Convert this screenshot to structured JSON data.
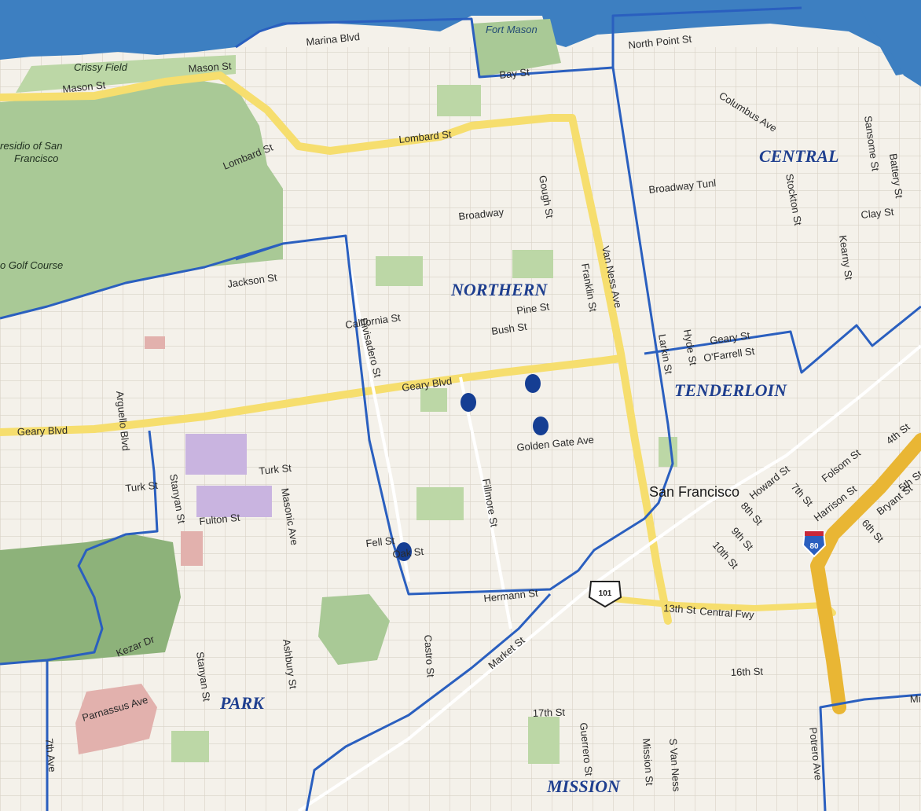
{
  "map": {
    "districts": [
      {
        "id": "northern",
        "label": "NORTHERN"
      },
      {
        "id": "central",
        "label": "CENTRAL"
      },
      {
        "id": "tenderloin",
        "label": "TENDERLOIN"
      },
      {
        "id": "park",
        "label": "PARK"
      },
      {
        "id": "mission",
        "label": "MISSION"
      }
    ],
    "city_label": "San Francisco",
    "water_labels": [
      {
        "text": "Fort Mason"
      }
    ],
    "park_labels": [
      {
        "text": "Crissy Field"
      },
      {
        "text": "residio of San"
      },
      {
        "text": "Francisco"
      },
      {
        "text": "o Golf Course"
      }
    ],
    "street_labels": [
      "Mason St",
      "Mason St",
      "Marina Blvd",
      "Bay St",
      "North Point St",
      "Columbus Ave",
      "Lombard St",
      "Lombard St",
      "Broadway Tunl",
      "Broadway",
      "Gough St",
      "Stockton St",
      "Sansome St",
      "Battery St",
      "Clay St",
      "Kearny St",
      "Jackson St",
      "California St",
      "Pine St",
      "Bush St",
      "Van Ness Ave",
      "Franklin St",
      "Larkin St",
      "Hyde St",
      "Geary St",
      "O'Farrell St",
      "Geary Blvd",
      "Geary Blvd",
      "Divisadero St",
      "Arguello Blvd",
      "Golden Gate Ave",
      "Turk St",
      "Turk St",
      "Stanyan St",
      "Masonic Ave",
      "Fulton St",
      "Fillmore St",
      "Fell St",
      "Oak St",
      "Hermann St",
      "13th St",
      "Central Fwy",
      "Market St",
      "Howard St",
      "Folsom St",
      "4th St",
      "5th St",
      "7th St",
      "8th St",
      "9th St",
      "10th St",
      "Harrison St",
      "Bryant St",
      "6th St",
      "Kezar Dr",
      "Stanyan St",
      "Ashbury St",
      "Castro St",
      "Parnassus Ave",
      "7th Ave",
      "17th St",
      "Guerrero St",
      "Mission St",
      "S Van Ness",
      "16th St",
      "Potrero Ave",
      "Mi"
    ],
    "highway_shields": [
      {
        "type": "us-route",
        "number": "101"
      },
      {
        "type": "interstate",
        "number": "80"
      }
    ],
    "markers": [
      {
        "id": "marker-1",
        "label": ""
      },
      {
        "id": "marker-2",
        "label": ""
      },
      {
        "id": "marker-3",
        "label": ""
      },
      {
        "id": "marker-4",
        "label": ""
      }
    ],
    "colors": {
      "water": "#3d7fc1",
      "land": "#f4f1ea",
      "park": "#a9c996",
      "park_dark": "#8db27a",
      "major_road": "#f6de6e",
      "highway": "#e9b634",
      "district_boundary": "#2a5fbf",
      "marker": "#153e93",
      "block_grid": "#dcd6cc",
      "institutional": "#c9b4e0",
      "hospital": "#e2b1ad"
    }
  }
}
